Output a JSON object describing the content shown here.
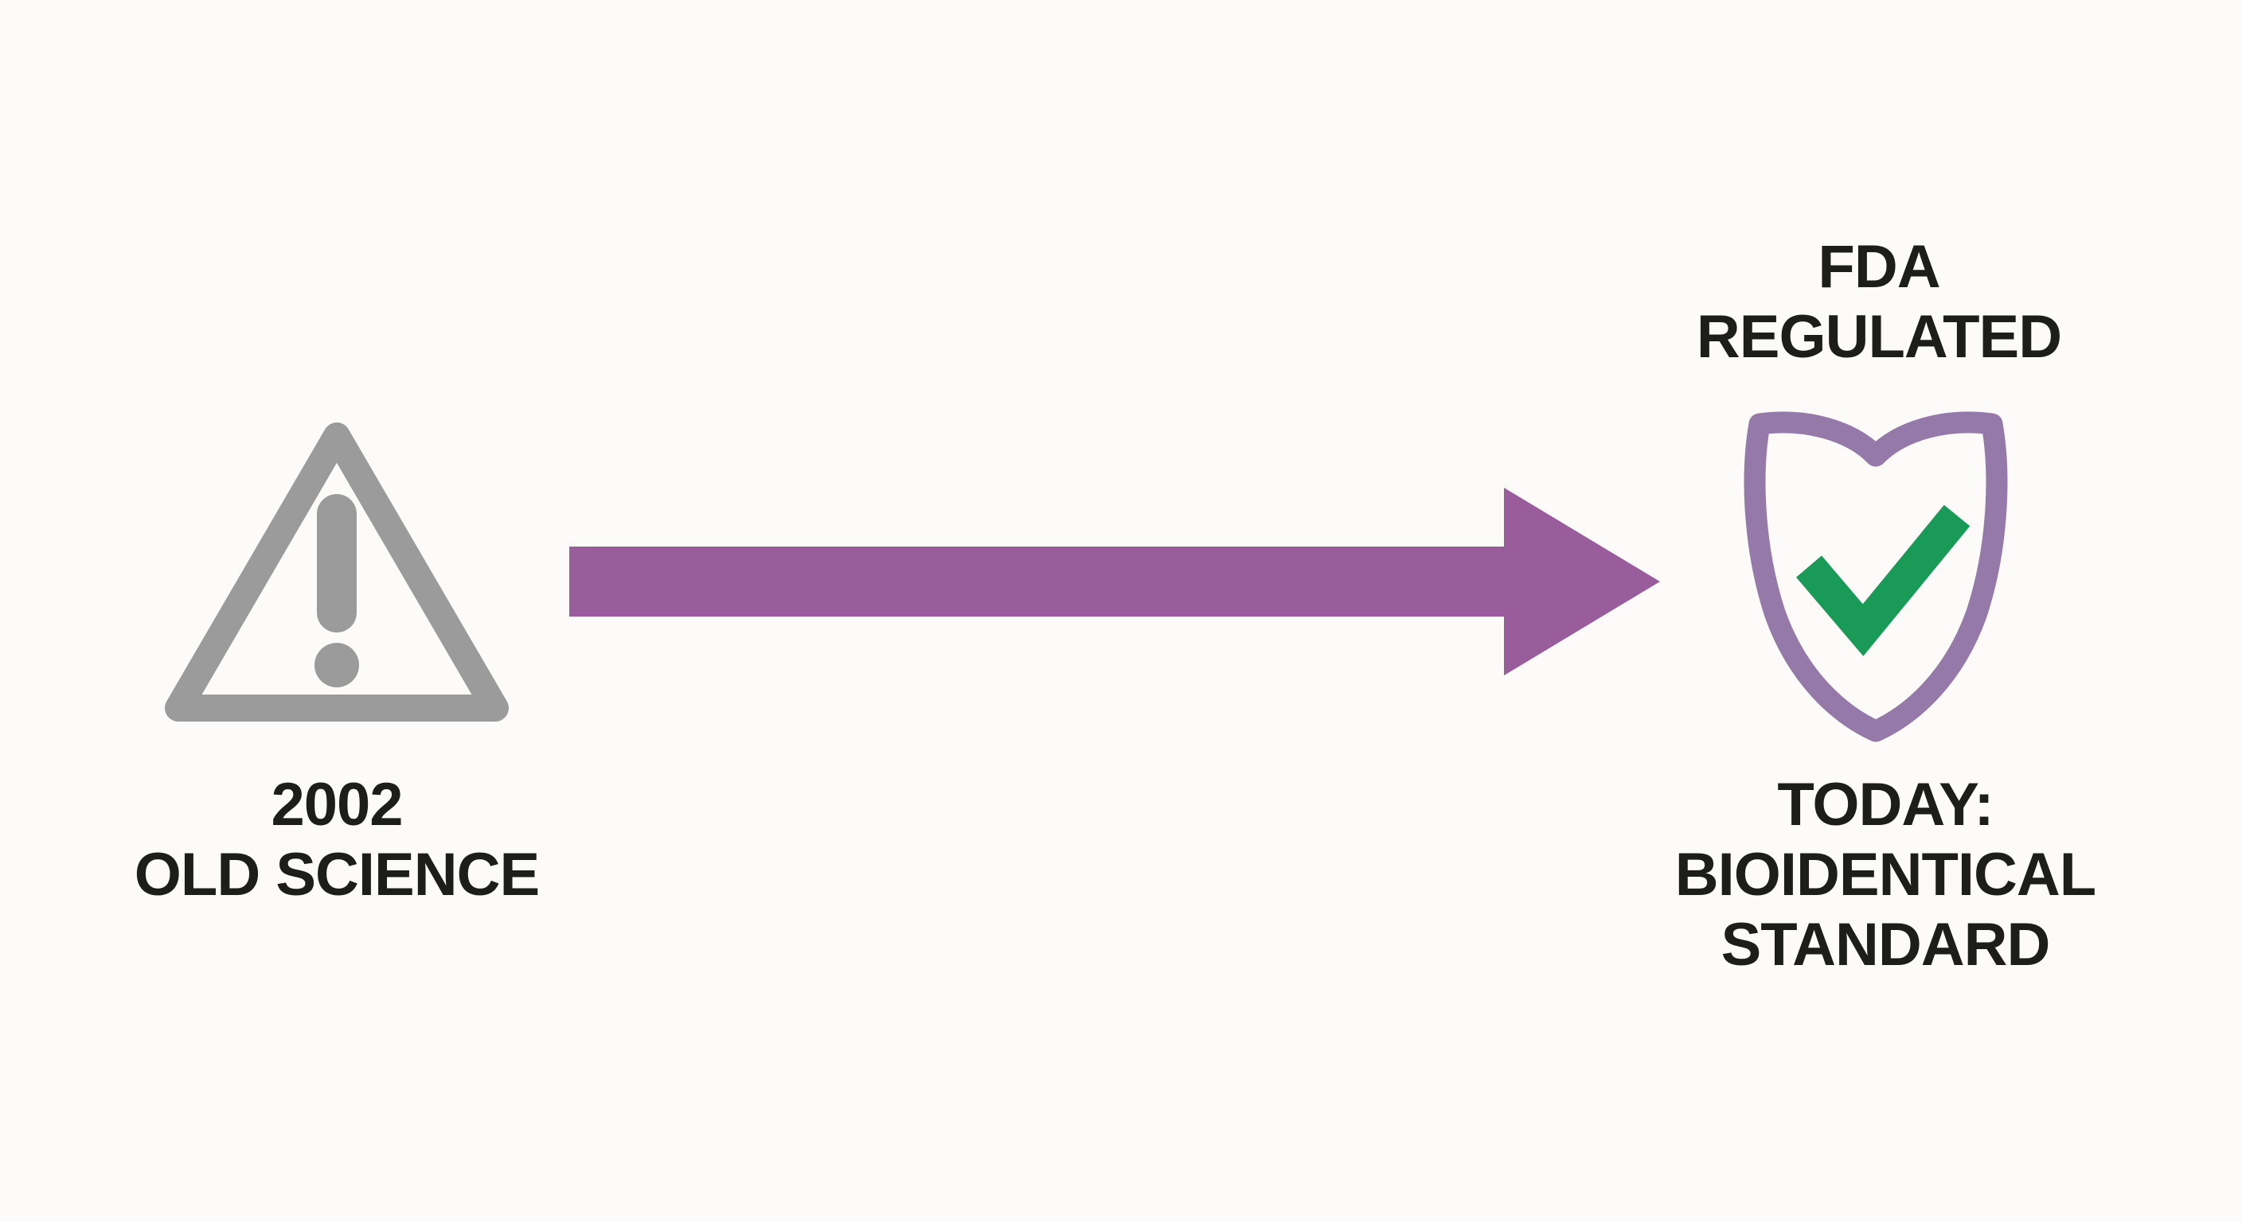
{
  "diagram": {
    "title_implicit": "Old science to FDA regulated bioidentical standard timeline",
    "left": {
      "icon": "warning-triangle-icon",
      "year": "2002",
      "label": "OLD SCIENCE"
    },
    "arrow": {
      "icon": "right-arrow-icon",
      "direction": "right"
    },
    "right": {
      "icon": "shield-check-icon",
      "top_label_line1": "FDA",
      "top_label_line2": "REGULATED",
      "bottom_label_line1": "TODAY:",
      "bottom_label_line2": "BIOIDENTICAL",
      "bottom_label_line3": "STANDARD"
    }
  },
  "colors": {
    "background": "#fcfbf9",
    "text": "#1d1d1b",
    "warning_gray": "#9b9b9b",
    "arrow_purple": "#995d9c",
    "shield_purple": "#9579a9",
    "check_green": "#1a9a57"
  }
}
